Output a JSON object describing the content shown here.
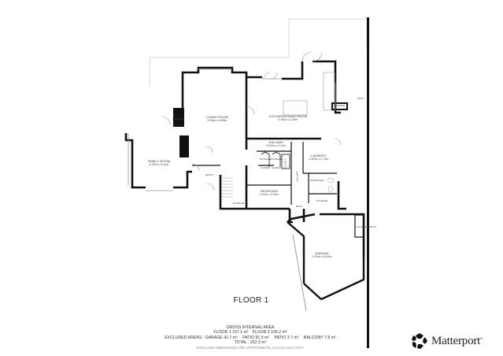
{
  "floor_title": "FLOOR 1",
  "rooms": {
    "living_room": {
      "name": "LIVING ROOM",
      "dimensions": "5.08m x 6.66m"
    },
    "kitchen_dining": {
      "name": "KITCHEN/DINING ROOM",
      "dimensions": "9.46m x 6.55m"
    },
    "family_room": {
      "name": "FAMILY ROOM",
      "dimensions": "4.39m x 5.41m"
    },
    "hallway": {
      "name": "HALLWAY",
      "dimensions": "5.84m x 4.41m"
    },
    "laundry": {
      "name": "LAUNDRY",
      "dimensions": "2.89m x 2.73m"
    },
    "bedroom": {
      "name": "BEDROOM",
      "dimensions": "3.54m x 3.44m"
    },
    "garage": {
      "name": "GARAGE",
      "dimensions": "6.39m x 6.00m"
    }
  },
  "small_labels": {
    "entry": "ENTRY",
    "patio_right": "PATIO",
    "patio_small": "PATIO",
    "storage_kitchen": "STORAGE",
    "storage_garage": "STORAGE",
    "storage_fireplace": "STORAGE",
    "storage_stairs": "STORAGE",
    "storage_hall_1": "STORAGE",
    "storage_hall_2": "STORAGE",
    "closet_1": "CLOSET",
    "closet_2": "CLOSET",
    "closet_3": "CLOSET",
    "hallway_narrow": "HALLWAY",
    "bathroom": "BATHROOM",
    "laundry_room_small": "LAUNDRY ROOM"
  },
  "area_summary": {
    "heading": "GROSS INTERNAL AREA",
    "floor1": "FLOOR 1 157.1 m²",
    "floor2": "FLOOR 2 105.2 m²",
    "excluded_label": "EXCLUDED AREAS :",
    "excluded_garage": "GARAGE 41.7 m²",
    "excluded_patio1": "PATIO 81.5 m²",
    "excluded_patio2": "PATIO 3.7 m²",
    "excluded_balcony": "BALCONY 7.8 m²",
    "total": "TOTAL :  262.3 m²",
    "disclaimer": "SIZES AND DIMENSIONS ARE APPROXIMATE, ACTUAL MAY VARY."
  },
  "brand": {
    "name": "Matterport",
    "trademark": "®",
    "logo_icon": "matterport-logo-icon"
  }
}
